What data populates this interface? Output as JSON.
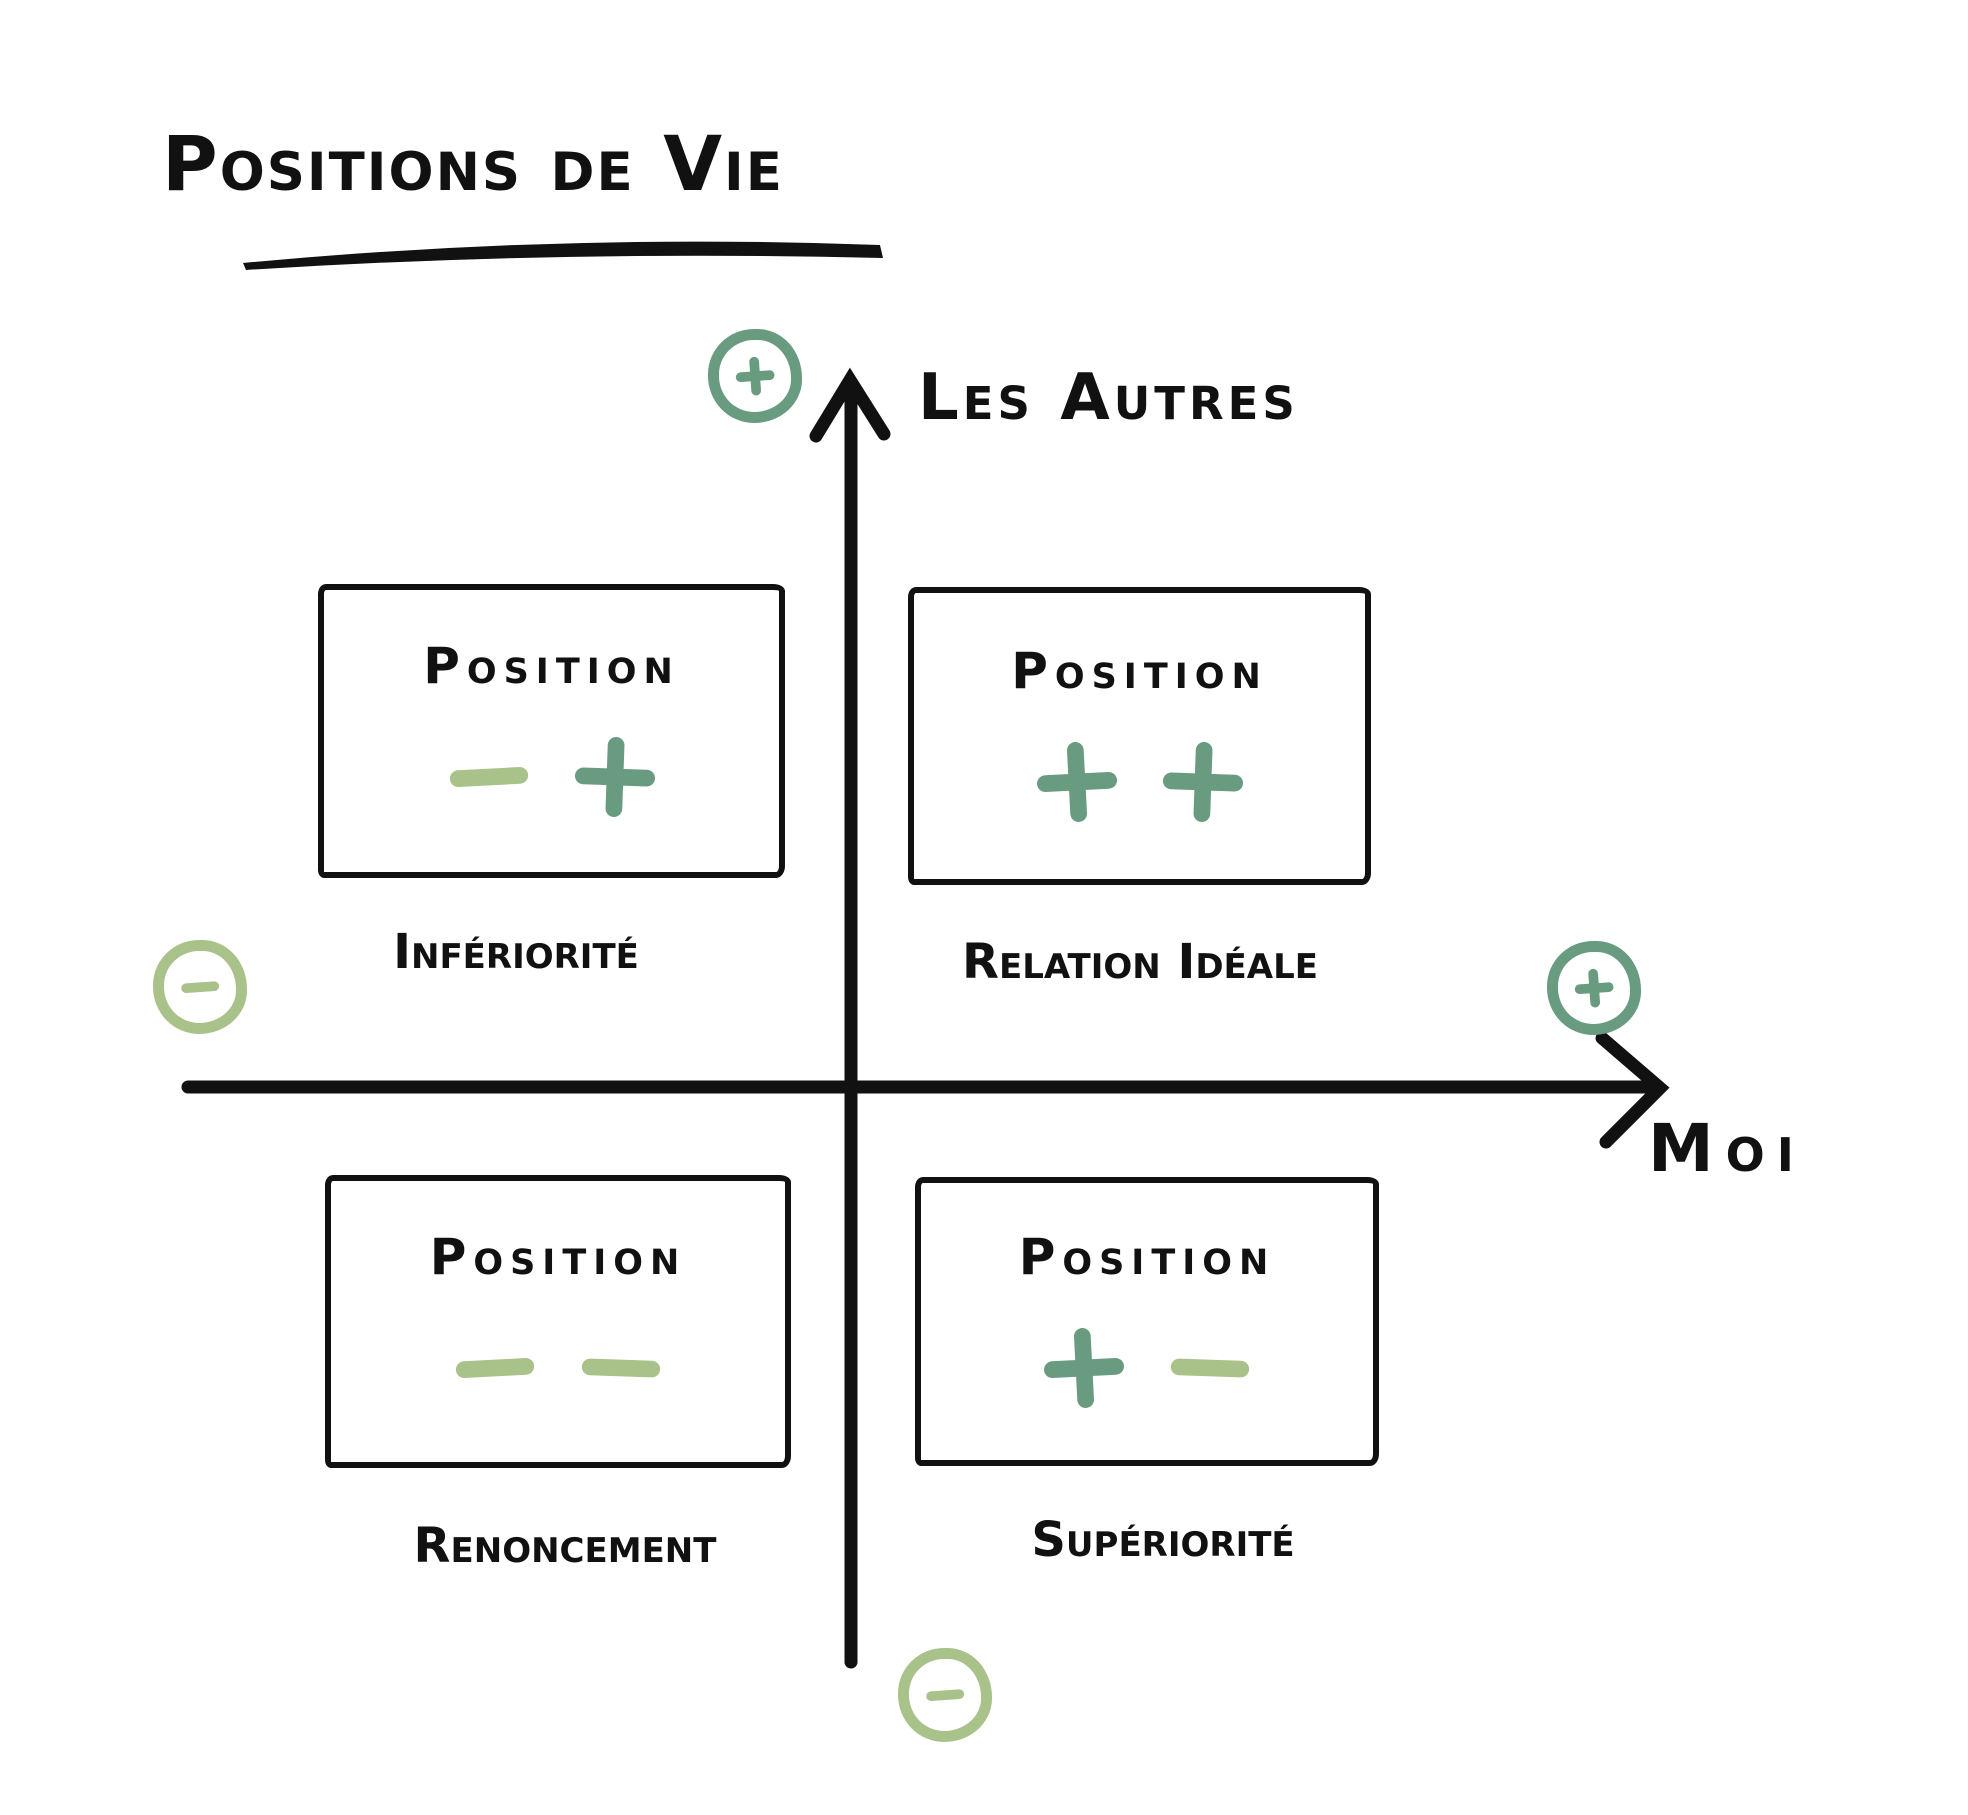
{
  "title": "Positions de Vie",
  "colors": {
    "ink": "#111111",
    "plus_green": "#699b81",
    "minus_green": "#a9c289",
    "background": "#ffffff"
  },
  "axes": {
    "y": {
      "label": "Les Autres",
      "top_marker": "plus",
      "bottom_marker": "minus"
    },
    "x": {
      "label": "Moi",
      "right_marker": "plus",
      "left_marker": "minus"
    }
  },
  "quadrants": [
    {
      "position": "top-left",
      "box_title": "Position",
      "signs": [
        "minus",
        "plus"
      ],
      "label": "Infériorité"
    },
    {
      "position": "top-right",
      "box_title": "Position",
      "signs": [
        "plus",
        "plus"
      ],
      "label": "Relation Idéale"
    },
    {
      "position": "bottom-left",
      "box_title": "Position",
      "signs": [
        "minus",
        "minus"
      ],
      "label": "Renoncement"
    },
    {
      "position": "bottom-right",
      "box_title": "Position",
      "signs": [
        "plus",
        "minus"
      ],
      "label": "Supériorité"
    }
  ]
}
